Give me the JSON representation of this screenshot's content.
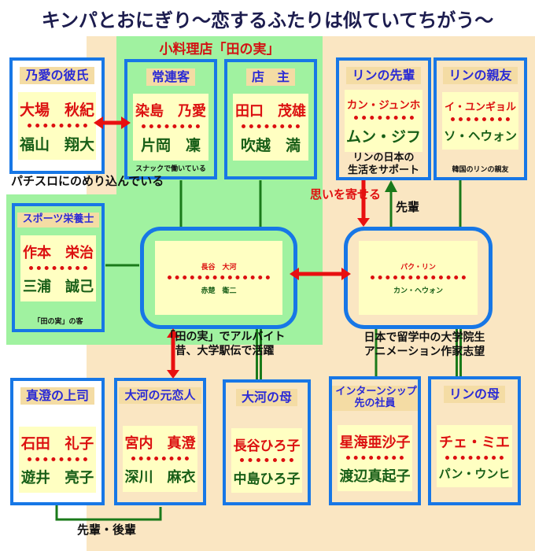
{
  "title": "キンパとおにぎり〜恋するふたりは似ていてちがう〜",
  "restaurant": {
    "label": "小料理店「田の実」"
  },
  "cards": {
    "noa_boyfriend": {
      "role": "乃愛の彼氏",
      "character": "大場　秋紀",
      "actor": "福山　翔大"
    },
    "regular_customer": {
      "role": "常連客",
      "character": "染島　乃愛",
      "actor": "片岡　凜",
      "note": "スナックで働いている"
    },
    "shop_owner": {
      "role": "店　主",
      "character": "田口　茂雄",
      "actor": "吹越　満"
    },
    "rin_senior": {
      "role": "リンの先輩",
      "character": "カン・ジュンホ",
      "actor": "ムン・ジフ",
      "note": "リンの日本の",
      "note2": "生活をサポート"
    },
    "rin_friend": {
      "role": "リンの親友",
      "character": "イ・ユンギョル",
      "actor": "ソ・ヘウォン",
      "note": "韓国のリンの親友"
    },
    "nutritionist": {
      "role": "スポーツ栄養士",
      "character": "作本　栄治",
      "actor": "三浦　誠己",
      "note": "「田の実」の客"
    },
    "taiga": {
      "character": "長谷　大河",
      "actor": "赤楚　衛二",
      "note": "「田の実」でアルバイト",
      "note2": "昔、大学駅伝で活躍"
    },
    "rin": {
      "character": "パク・リン",
      "actor": "カン・ヘウォン",
      "note": "日本で留学中の大学院生",
      "note2": "アニメーション作家志望"
    },
    "masumi_boss": {
      "role": "真澄の上司",
      "character": "石田　礼子",
      "actor": "遊井　亮子"
    },
    "taiga_ex": {
      "role": "大河の元恋人",
      "character": "宮内　真澄",
      "actor": "深川　麻衣"
    },
    "taiga_mother": {
      "role": "大河の母",
      "character": "長谷ひろ子",
      "actor": "中島ひろ子"
    },
    "intern_employee": {
      "role": "インターンシップ",
      "role2": "先の社員",
      "character": "星海亜沙子",
      "actor": "渡辺真起子"
    },
    "rin_mother": {
      "role": "リンの母",
      "character": "チェ・ミエ",
      "actor": "パン・ウンヒ"
    }
  },
  "annotations": {
    "pachislo": "パチスロにのめり込んでいる",
    "omoi": "思いを寄せる",
    "senpai": "先輩",
    "senpai_kouhai": "先輩・後輩"
  },
  "colors": {
    "background_beige": "#FAE6C2",
    "restaurant_green": "#A0F2A0",
    "card_border_blue": "#1777E6",
    "role_bg_tan": "#F4DCA4",
    "role_text_blue": "#2B2BD5",
    "name_bg_yellow": "#FFFFC2",
    "character_red": "#DC1010",
    "actor_green": "#175E17",
    "relation_line_green": "#1A7A1A",
    "relation_arrow_red": "#E81010",
    "title_navy": "#1c1c4e",
    "restaurant_label_red": "#D21414"
  }
}
